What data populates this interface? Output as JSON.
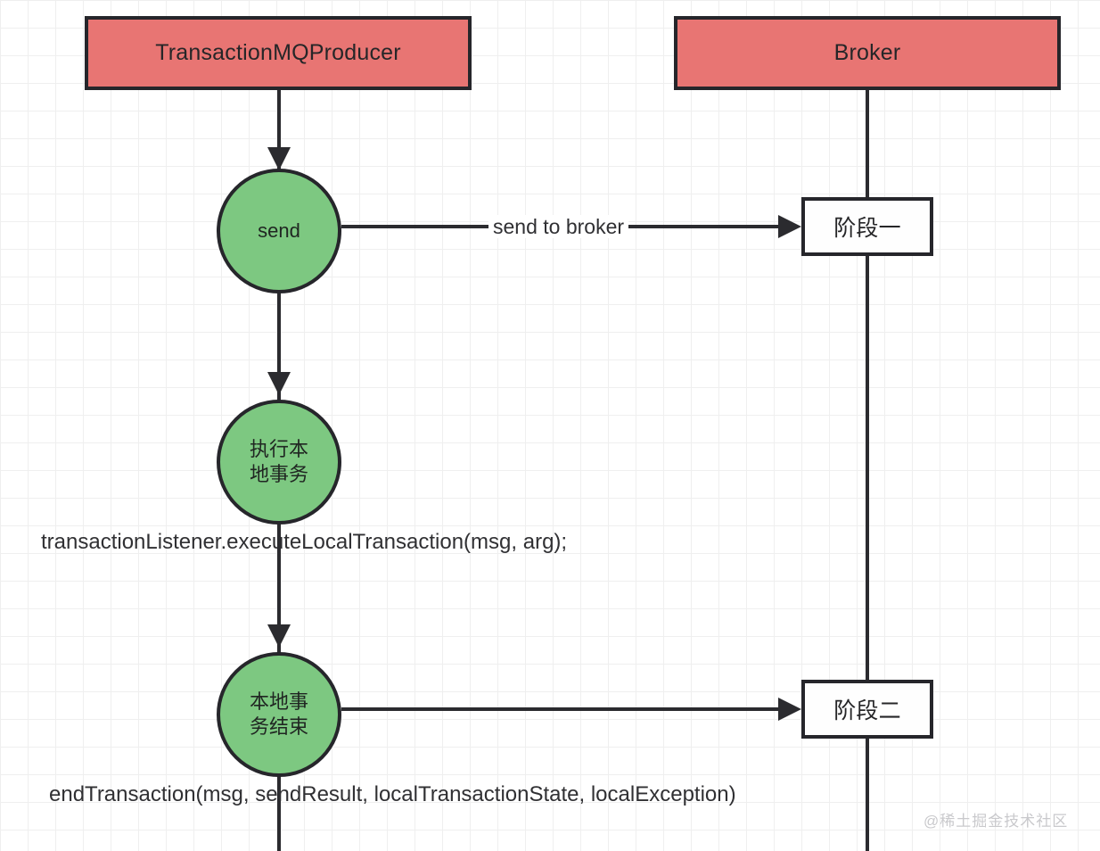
{
  "diagram": {
    "title": "RocketMQ Transaction Message Flow",
    "colors": {
      "node_red": "#e87573",
      "node_green": "#7dc881",
      "node_white": "#fefefe",
      "stroke": "#26262b",
      "grid": "#e4e4e4",
      "watermark": "#c9c9cc"
    },
    "lanes": [
      {
        "id": "producer",
        "label": "TransactionMQProducer"
      },
      {
        "id": "broker",
        "label": "Broker"
      }
    ],
    "nodes": [
      {
        "id": "send",
        "label": "send",
        "shape": "circle"
      },
      {
        "id": "exec-local",
        "line1": "执行本",
        "line2": "地事务",
        "shape": "circle"
      },
      {
        "id": "local-end",
        "line1": "本地事",
        "line2": "务结束",
        "shape": "circle"
      },
      {
        "id": "phase-one",
        "label": "阶段一",
        "shape": "box"
      },
      {
        "id": "phase-two",
        "label": "阶段二",
        "shape": "box"
      }
    ],
    "edges": [
      {
        "id": "send-to-broker",
        "label": "send to broker",
        "from": "send",
        "to": "phase-one"
      },
      {
        "id": "local-end-to-phase-two",
        "label": "",
        "from": "local-end",
        "to": "phase-two"
      }
    ],
    "notes": [
      {
        "id": "execute-local-transaction-note",
        "text": "transactionListener.executeLocalTransaction(msg, arg);"
      },
      {
        "id": "end-transaction-note",
        "text": "endTransaction(msg, sendResult, localTransactionState, localException)"
      }
    ],
    "watermark": "@稀土掘金技术社区"
  }
}
